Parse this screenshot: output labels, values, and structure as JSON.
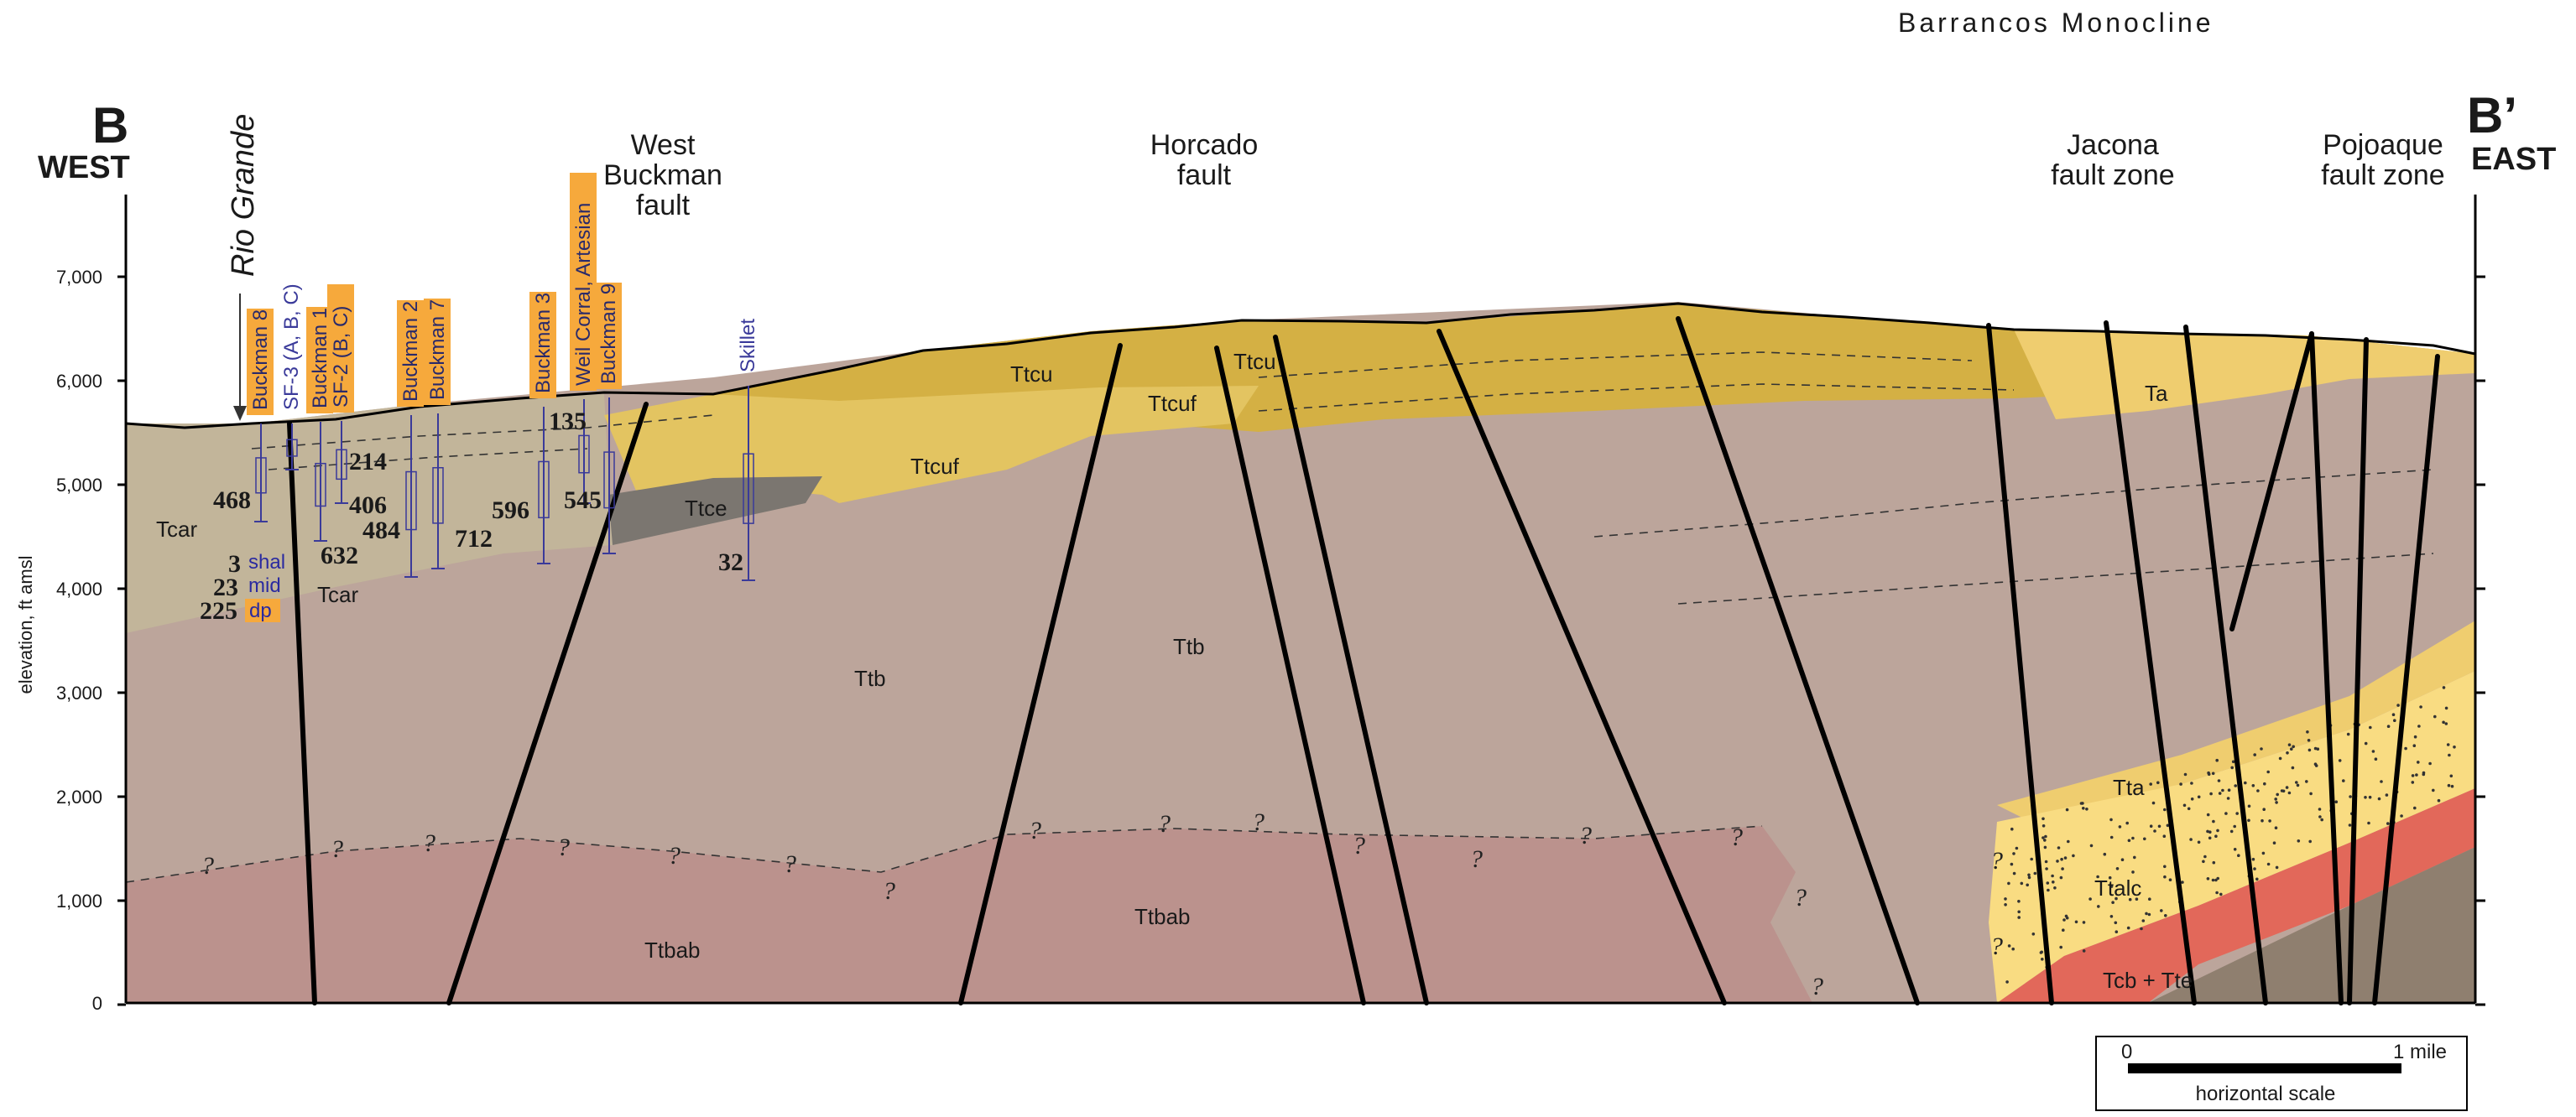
{
  "section": {
    "west_letter": "B",
    "west_dir": "WEST",
    "east_letter": "B’",
    "east_dir": "EAST",
    "top_label": "Barrancos  Monocline",
    "river": "Rio Grande"
  },
  "axis": {
    "title": "elevation, ft amsl",
    "ticks": [
      "7,000",
      "6,000",
      "5,000",
      "4,000",
      "3,000",
      "2,000",
      "1,000",
      "0"
    ]
  },
  "faults": [
    {
      "id": "west-buckman",
      "lines": [
        "West",
        "Buckman",
        "fault"
      ]
    },
    {
      "id": "horcado",
      "lines": [
        "Horcado",
        "fault"
      ]
    },
    {
      "id": "jacona",
      "lines": [
        "Jacona",
        "fault zone"
      ]
    },
    {
      "id": "pojoaque",
      "lines": [
        "Pojoaque",
        "fault zone"
      ]
    }
  ],
  "units": {
    "tcar_west": "Tcar",
    "tcar_mid": "Tcar",
    "ttcu1": "Ttcu",
    "ttcu2": "Ttcu",
    "ttcuf1": "Ttcuf",
    "ttcuf2": "Ttcuf",
    "ttce": "Ttce",
    "ttb1": "Ttb",
    "ttb2": "Ttb",
    "ttbab1": "Ttbab",
    "ttbab2": "Ttbab",
    "ta1": "Ta",
    "ta2": "Tta",
    "ttalc": "Ttalc",
    "tcb": "Tcb + Tte"
  },
  "wells": [
    {
      "name": "Buckman 8",
      "style": "box"
    },
    {
      "name": "SF-3 (A, B, C)",
      "style": "text"
    },
    {
      "name": "Buckman 1",
      "style": "box"
    },
    {
      "name": "SF-2 (B, C)",
      "style": "box"
    },
    {
      "name": "Buckman 2",
      "style": "box"
    },
    {
      "name": "Buckman 7",
      "style": "box"
    },
    {
      "name": "Buckman 3",
      "style": "box"
    },
    {
      "name": "Weil Corral, Artesian",
      "style": "box"
    },
    {
      "name": "Buckman 9",
      "style": "box"
    },
    {
      "name": "Skillet",
      "style": "text"
    }
  ],
  "depths": [
    "468",
    "214",
    "406",
    "484",
    "632",
    "712",
    "596",
    "135",
    "545",
    "32",
    "3",
    "23",
    "225"
  ],
  "zones": {
    "shallow": "shal",
    "middle": "mid",
    "deep": "dp"
  },
  "scale": {
    "start": "0",
    "end": "1 mile",
    "label": "horizontal scale"
  },
  "question_mark": "?",
  "colors": {
    "ttcu": "#d4b044",
    "ttcuf": "#e3c461",
    "tcar": "#c2b59a",
    "ttb": "#bca59b",
    "ttbab": "#bb928d",
    "ttce": "#7b7670",
    "ta": "#efcd6f",
    "ttalc": "#f9dc82",
    "tcb": "#e2685a",
    "basement": "#8f7f6f",
    "well": "#3a3a9a",
    "label_box": "#f6a93c"
  }
}
